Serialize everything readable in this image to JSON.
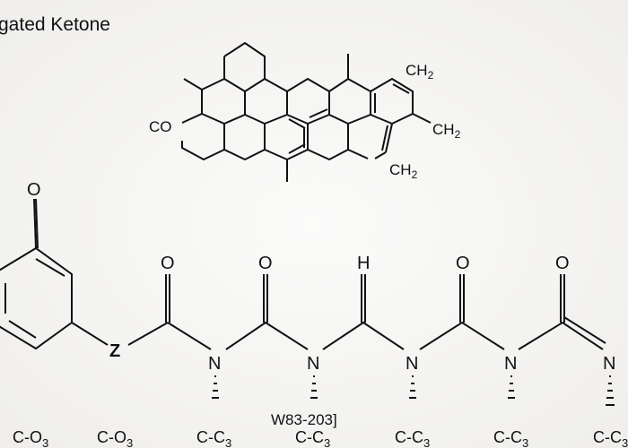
{
  "title": "gated Ketone",
  "top_structure": {
    "labels": {
      "co": "CO",
      "ch2_top": "CH",
      "ch2_mid": "CH",
      "ch2_bottom": "CH",
      "subscript": "2"
    }
  },
  "chain": {
    "ring_oxygen": "O",
    "linker": "Z",
    "carbonyl_oxygen": "O",
    "hydrogen": "H",
    "nitrogen": "N",
    "substituents": [
      "C-O",
      "C-O",
      "C-C",
      "C-C",
      "C-C",
      "C-C",
      "C-C"
    ],
    "substituent_subscript": "3"
  },
  "caption": "W83-203]"
}
